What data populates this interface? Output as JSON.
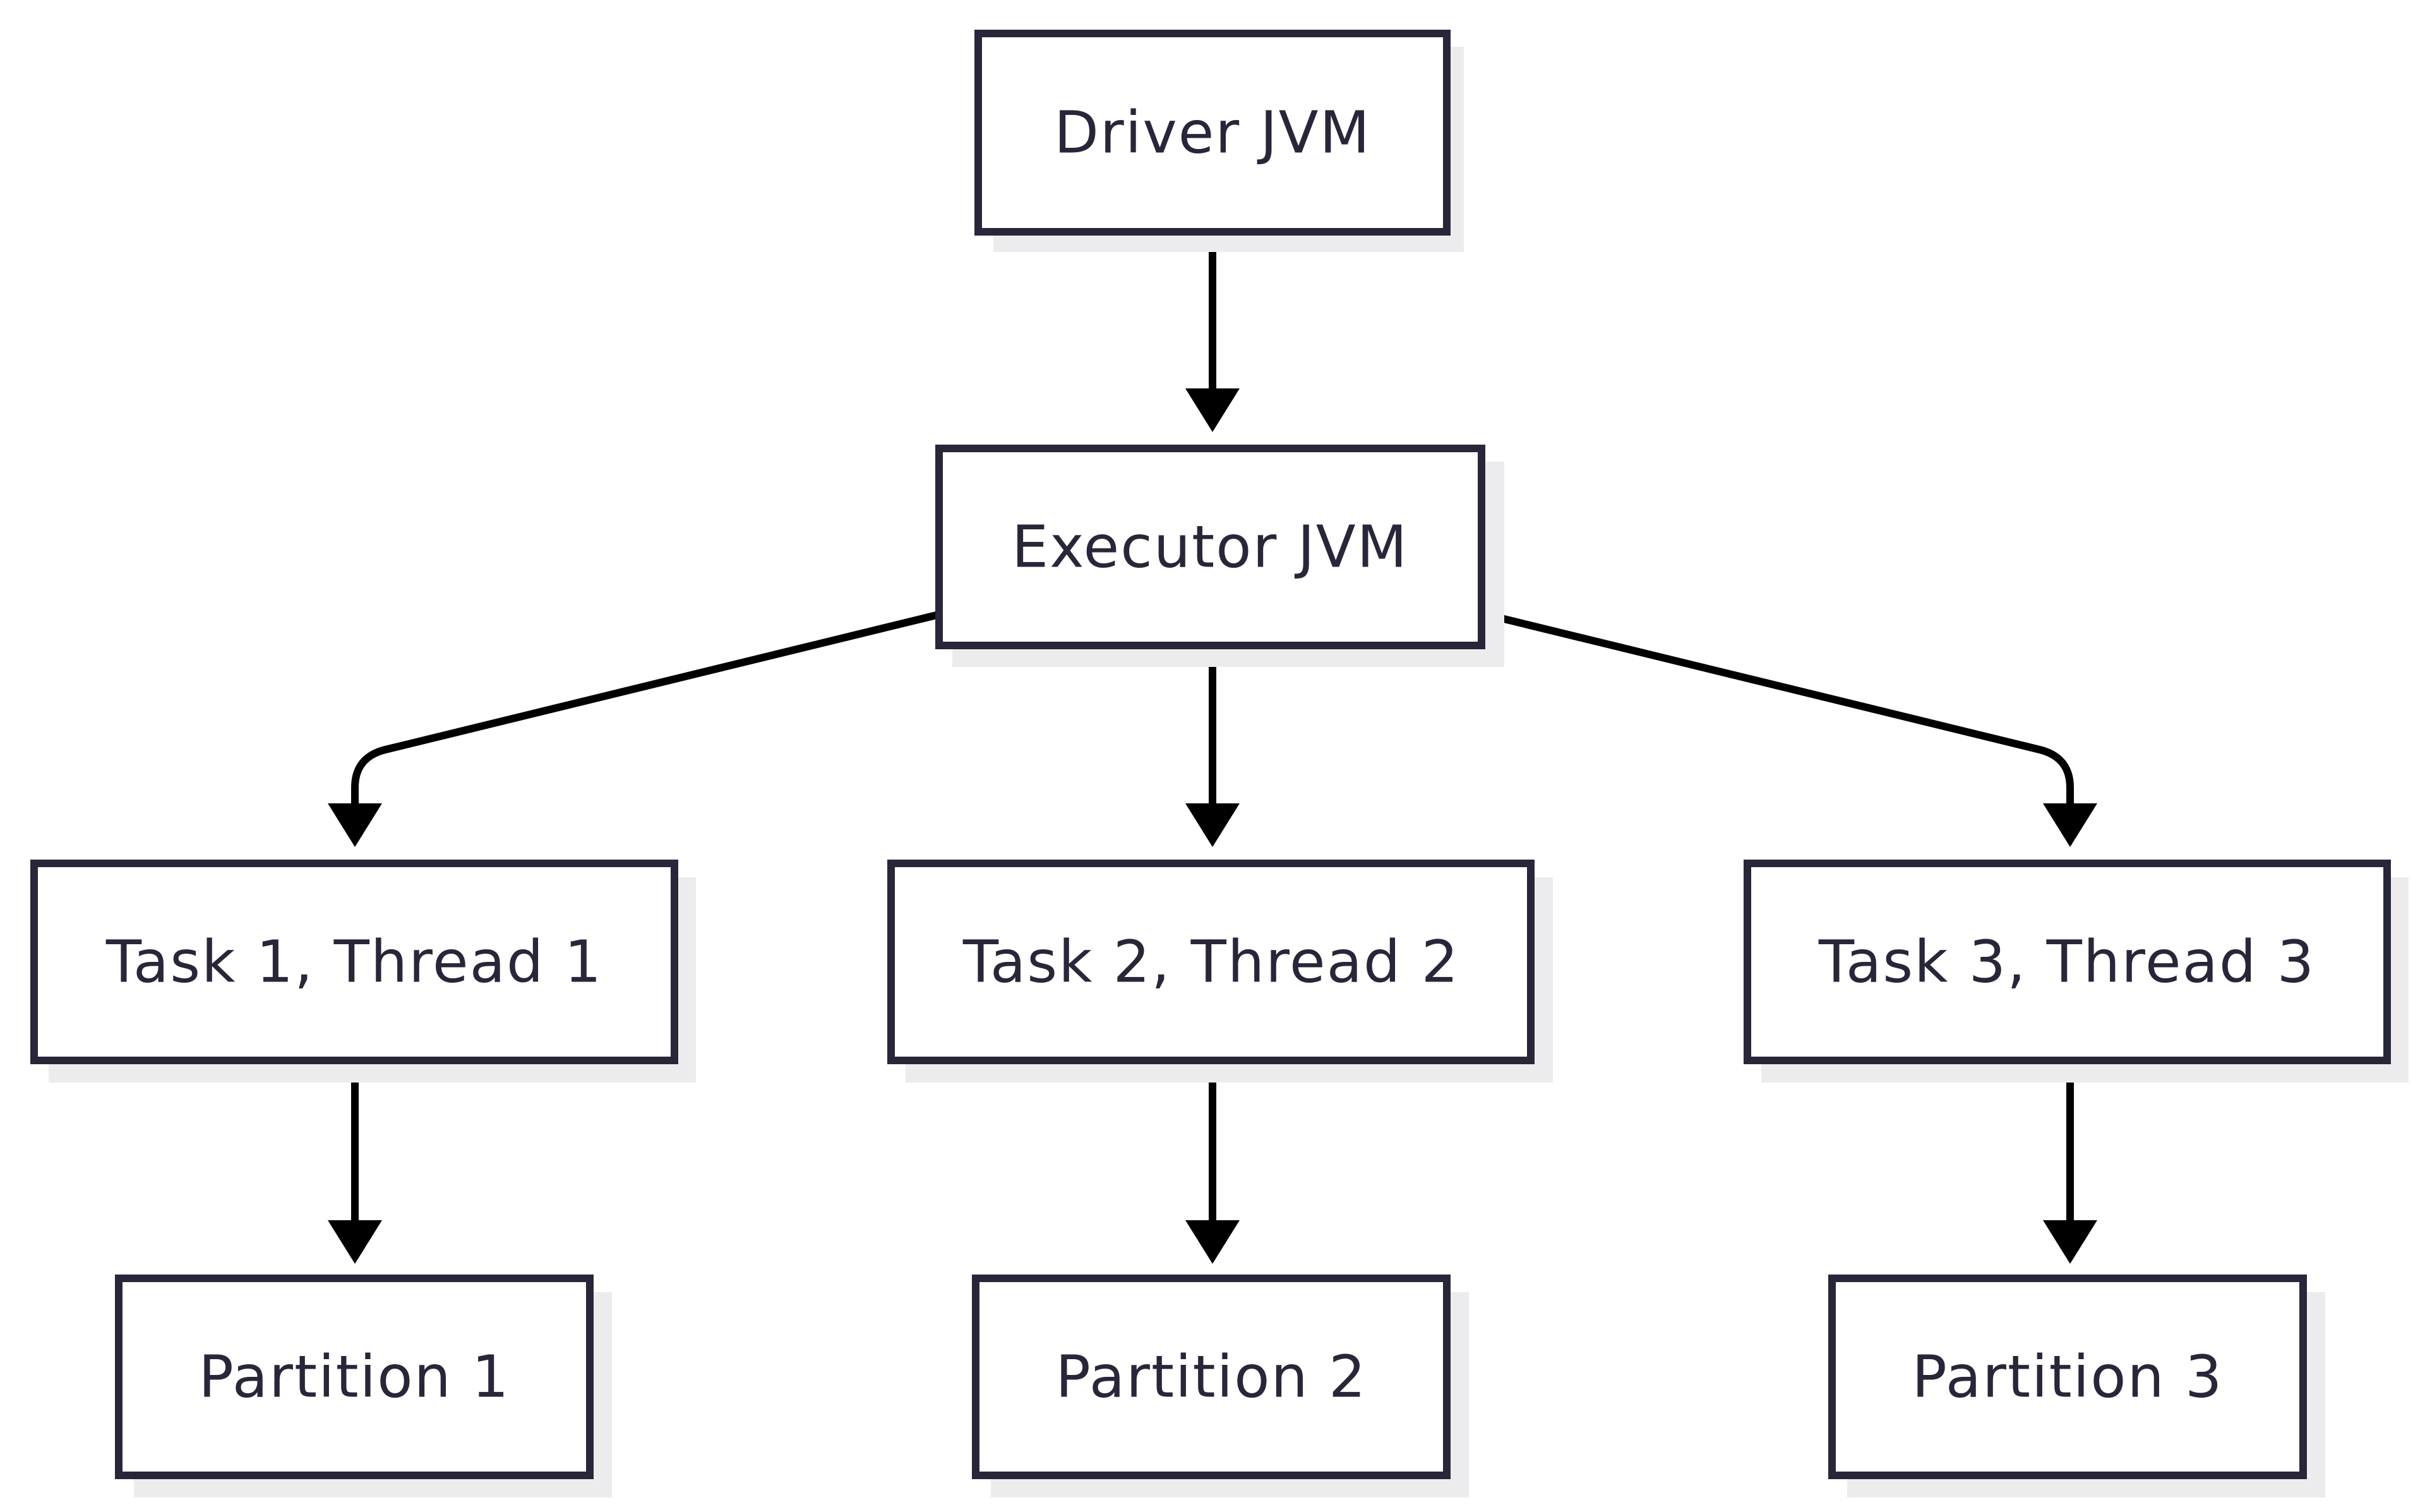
{
  "diagram": {
    "type": "flowchart",
    "direction": "top-down",
    "colors": {
      "background": "#ffffff",
      "node_border": "#272739",
      "node_text": "#272739",
      "node_shadow": "#ececee",
      "edge": "#000000"
    },
    "nodes": {
      "driver": {
        "label": "Driver JVM"
      },
      "executor": {
        "label": "Executor JVM"
      },
      "task1": {
        "label": "Task 1, Thread 1"
      },
      "task2": {
        "label": "Task 2, Thread 2"
      },
      "task3": {
        "label": "Task 3, Thread 3"
      },
      "partition1": {
        "label": "Partition 1"
      },
      "partition2": {
        "label": "Partition 2"
      },
      "partition3": {
        "label": "Partition 3"
      }
    },
    "edges": [
      {
        "from": "driver",
        "to": "executor"
      },
      {
        "from": "executor",
        "to": "task1"
      },
      {
        "from": "executor",
        "to": "task2"
      },
      {
        "from": "executor",
        "to": "task3"
      },
      {
        "from": "task1",
        "to": "partition1"
      },
      {
        "from": "task2",
        "to": "partition2"
      },
      {
        "from": "task3",
        "to": "partition3"
      }
    ]
  }
}
